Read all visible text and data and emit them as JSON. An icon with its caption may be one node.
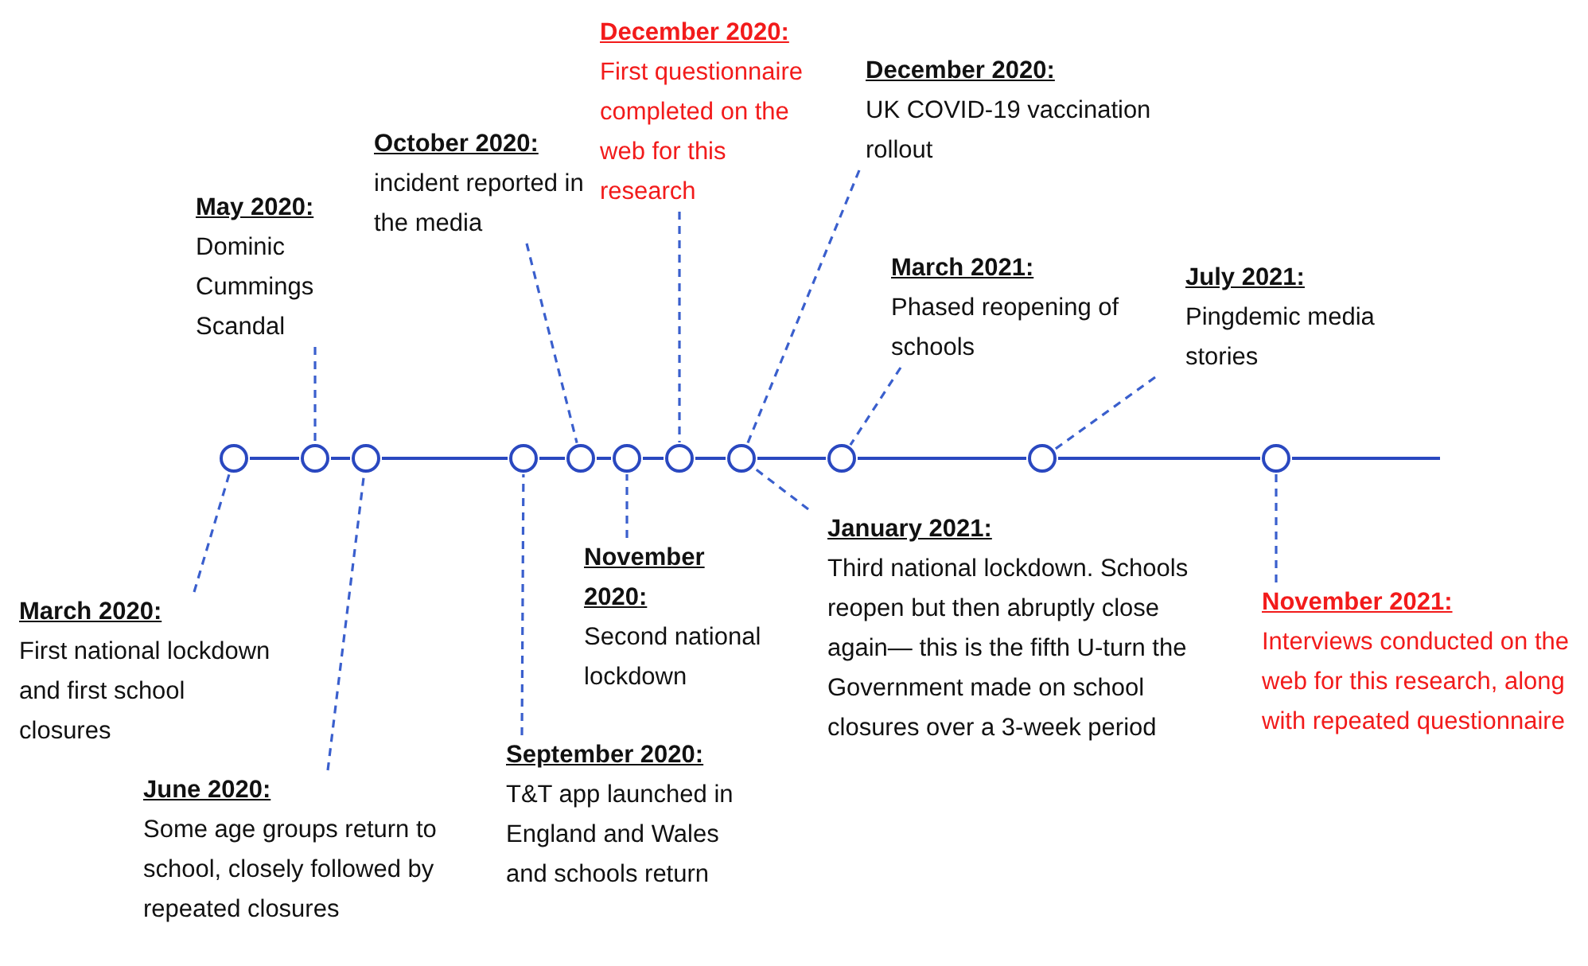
{
  "diagram": {
    "nodes": [
      {
        "text": [],
        "shape": "circle"
      },
      {
        "text": [],
        "shape": "circle"
      },
      {
        "text": [],
        "shape": "circle"
      },
      {
        "text": [],
        "shape": "circle"
      },
      {
        "text": [],
        "shape": "circle"
      },
      {
        "text": [],
        "shape": "circle"
      },
      {
        "text": [],
        "shape": "circle"
      },
      {
        "text": [],
        "shape": "circle"
      },
      {
        "text": [],
        "shape": "circle"
      },
      {
        "text": [],
        "shape": "circle"
      },
      {
        "text": [],
        "shape": "circle"
      },
      {
        "text": [
          "March 2020:",
          "First national lockdown and first school closures"
        ]
      },
      {
        "text": [
          "May 2020:",
          "Dominic Cummings Scandal"
        ]
      },
      {
        "text": [
          "June 2020:",
          "Some age groups return to school, closely followed by repeated closures"
        ]
      },
      {
        "text": [
          "September 2020:",
          "T&T app launched in England and Wales and schools return"
        ]
      },
      {
        "text": [
          "October 2020:",
          "incident reported in the media"
        ]
      },
      {
        "text": [
          "November 2020:",
          "Second national lockdown"
        ]
      },
      {
        "text": [
          "December 2020:",
          "First questionnaire completed on the web for this research"
        ]
      },
      {
        "text": [
          "December 2020:",
          "UK COVID-19 vaccination rollout"
        ]
      },
      {
        "text": [
          "January 2021:",
          "Third national lockdown. Schools reopen but then abruptly close again— this is the fifth U-turn the Government made on school closures over a 3-week period"
        ]
      },
      {
        "text": [
          "March 2021:",
          "Phased reopening of schools"
        ]
      },
      {
        "text": [
          "July 2021:",
          "Pingdemic media stories"
        ]
      },
      {
        "text": [
          "November 2021:",
          "Interviews conducted on the web for this research, along with repeated questionnaire"
        ]
      }
    ],
    "edges": [
      {
        "from": 0,
        "to": 1,
        "arrow": "none"
      },
      {
        "from": 1,
        "to": 2,
        "arrow": "none"
      },
      {
        "from": 2,
        "to": 3,
        "arrow": "none"
      },
      {
        "from": 3,
        "to": 4,
        "arrow": "none"
      },
      {
        "from": 4,
        "to": 5,
        "arrow": "none"
      },
      {
        "from": 5,
        "to": 6,
        "arrow": "none"
      },
      {
        "from": 6,
        "to": 7,
        "arrow": "none"
      },
      {
        "from": 7,
        "to": 8,
        "arrow": "none"
      },
      {
        "from": 8,
        "to": 9,
        "arrow": "none"
      },
      {
        "from": 9,
        "to": 10,
        "arrow": "none"
      },
      {
        "from": 11,
        "to": 0,
        "arrow": "none",
        "style": "dashed"
      },
      {
        "from": 12,
        "to": 1,
        "arrow": "none",
        "style": "dashed"
      },
      {
        "from": 13,
        "to": 2,
        "arrow": "none",
        "style": "dashed"
      },
      {
        "from": 14,
        "to": 3,
        "arrow": "none",
        "style": "dashed"
      },
      {
        "from": 15,
        "to": 4,
        "arrow": "none",
        "style": "dashed"
      },
      {
        "from": 16,
        "to": 5,
        "arrow": "none",
        "style": "dashed"
      },
      {
        "from": 17,
        "to": 6,
        "arrow": "none",
        "style": "dashed"
      },
      {
        "from": 18,
        "to": 7,
        "arrow": "none",
        "style": "dashed"
      },
      {
        "from": 19,
        "to": 7,
        "arrow": "none",
        "style": "dashed"
      },
      {
        "from": 20,
        "to": 8,
        "arrow": "none",
        "style": "dashed"
      },
      {
        "from": 21,
        "to": 9,
        "arrow": "none",
        "style": "dashed"
      },
      {
        "from": 22,
        "to": 10,
        "arrow": "none",
        "style": "dashed"
      }
    ]
  }
}
